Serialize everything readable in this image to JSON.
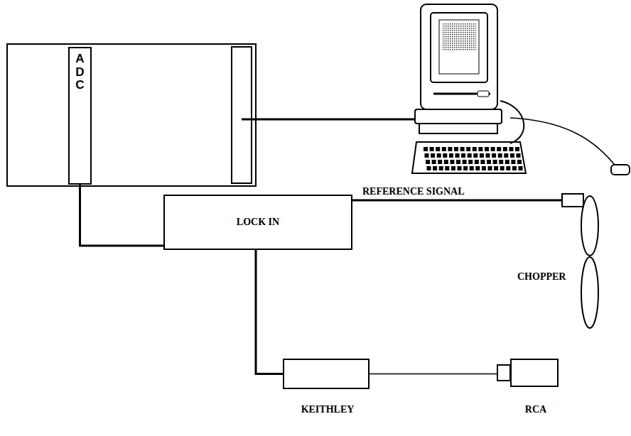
{
  "diagram": {
    "nodes": [
      {
        "text": [
          "A D C"
        ]
      },
      {
        "text": [
          "LOCK IN"
        ]
      },
      {
        "text": [
          "CHOPPER"
        ]
      },
      {
        "text": [
          "KEITHLEY"
        ]
      },
      {
        "text": [
          "RCA"
        ]
      }
    ],
    "edges": [
      {
        "from": 0,
        "to": 1,
        "arrow": "none"
      },
      {
        "from": 1,
        "to": 2,
        "label": "REFERENCE SIGNAL",
        "arrow": "none"
      },
      {
        "from": 1,
        "to": 3,
        "arrow": "none"
      },
      {
        "from": 3,
        "to": 4,
        "arrow": "none"
      }
    ]
  }
}
